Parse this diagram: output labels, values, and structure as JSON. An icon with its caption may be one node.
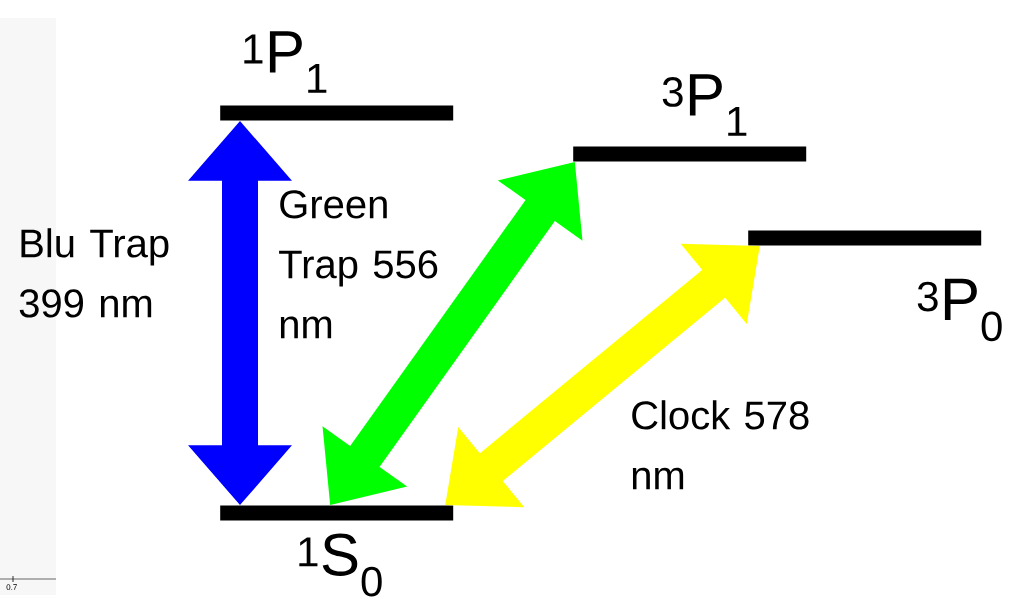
{
  "diagram": {
    "nodes": [
      {
        "text": [
          "$^{1}$P$_{1}$"
        ]
      },
      {
        "text": [
          "$^{3}$P$_{1}$"
        ]
      },
      {
        "text": [
          "$^{3}$P$_{0}$"
        ]
      },
      {
        "text": [
          "$^{1}$S$_{0}$"
        ]
      }
    ],
    "edges": [
      {
        "from": 0,
        "to": 3,
        "arrow": "both",
        "label": "Blu Trap 399 nm",
        "color": "#0000ff"
      },
      {
        "from": 1,
        "to": 3,
        "arrow": "both",
        "label": "Green Trap 556 nm",
        "color": "#00ff00"
      },
      {
        "from": 2,
        "to": 3,
        "arrow": "both",
        "label": "Clock 578 nm",
        "color": "#ffff00"
      }
    ],
    "labels": [
      "0.7"
    ]
  }
}
